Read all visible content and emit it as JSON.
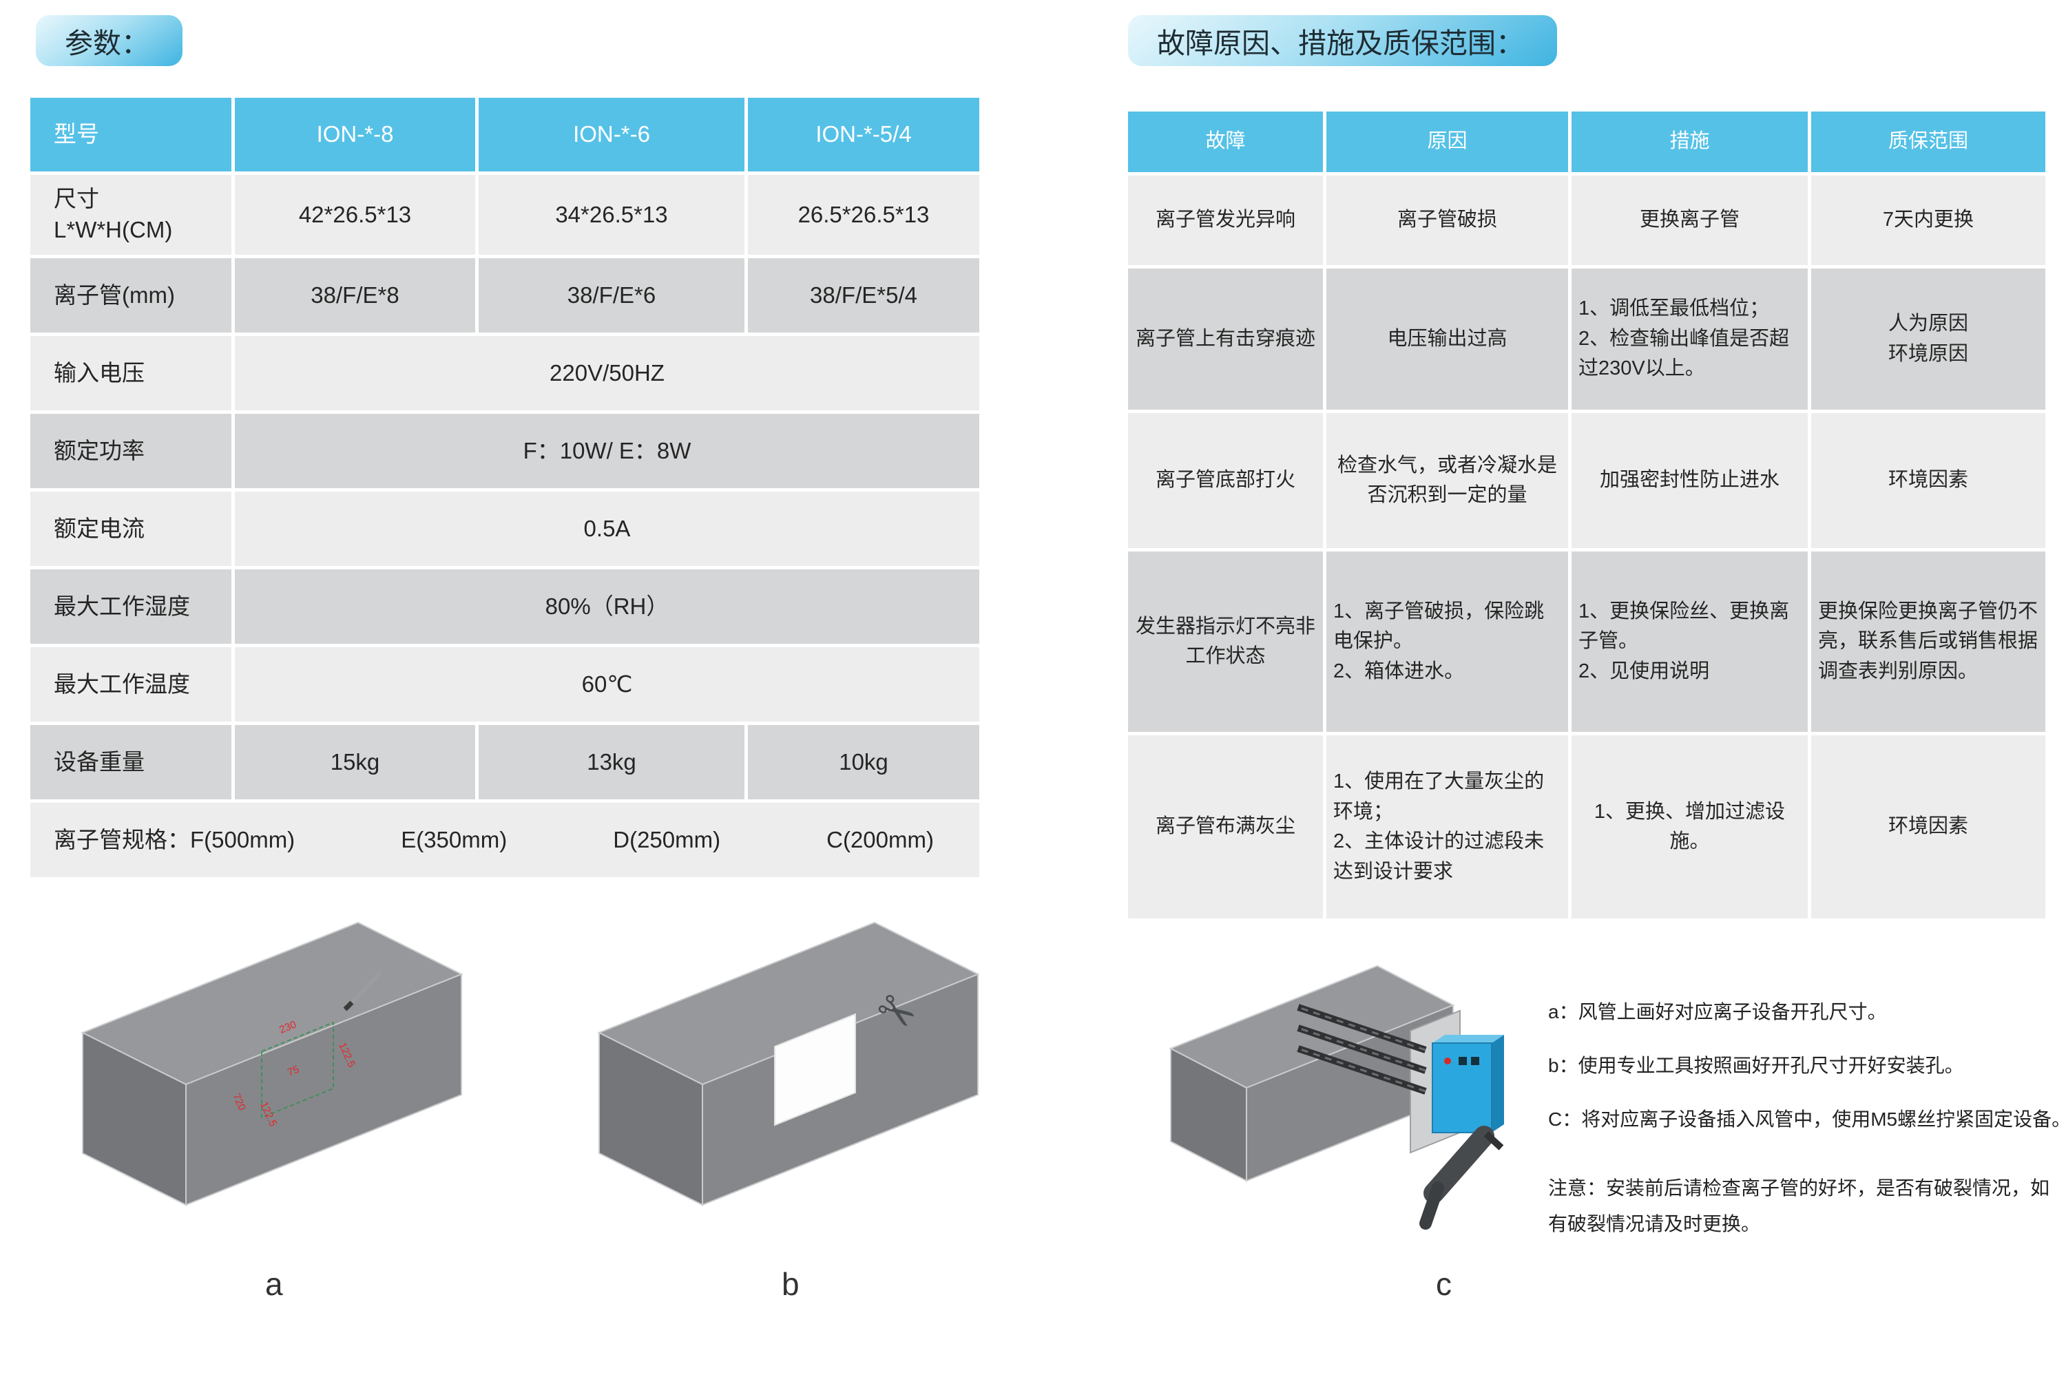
{
  "params_section": {
    "title": "参数：",
    "table": {
      "headers": [
        "型号",
        "ION-*-8",
        "ION-*-6",
        "ION-*-5/4"
      ],
      "rows": [
        {
          "label": "尺寸\nL*W*H(CM)",
          "v1": "42*26.5*13",
          "v2": "34*26.5*13",
          "v3": "26.5*26.5*13"
        },
        {
          "label": "离子管(mm)",
          "v1": "38/F/E*8",
          "v2": "38/F/E*6",
          "v3": "38/F/E*5/4"
        },
        {
          "label": "输入电压",
          "span": "220V/50HZ"
        },
        {
          "label": "额定功率",
          "span": "F：10W/ E：8W"
        },
        {
          "label": "额定电流",
          "span": "0.5A"
        },
        {
          "label": "最大工作湿度",
          "span": "80%（RH）"
        },
        {
          "label": "最大工作温度",
          "span": "60℃"
        },
        {
          "label": "设备重量",
          "v1": "15kg",
          "v2": "13kg",
          "v3": "10kg"
        }
      ],
      "footer_items": [
        "离子管规格：F(500mm)",
        "E(350mm)",
        "D(250mm)",
        "C(200mm)"
      ]
    },
    "diagram_a": {
      "label": "a",
      "dims": {
        "d1": "230",
        "d2": "122.5",
        "d3": "75",
        "d4": "122.5",
        "d5": "720"
      }
    },
    "diagram_b": {
      "label": "b"
    }
  },
  "fault_section": {
    "title": "故障原因、措施及质保范围：",
    "table": {
      "headers": [
        "故障",
        "原因",
        "措施",
        "质保范围"
      ],
      "rows": [
        {
          "fault": "离子管发光异响",
          "cause": "离子管破损",
          "measure": "更换离子管",
          "warranty": "7天内更换"
        },
        {
          "fault": "离子管上有击穿痕迹",
          "cause": "电压输出过高",
          "measure": "1、调低至最低档位；\n2、检查输出峰值是否超过230V以上。",
          "warranty": "人为原因\n环境原因"
        },
        {
          "fault": "离子管底部打火",
          "cause": "检查水气，或者冷凝水是否沉积到一定的量",
          "measure": "加强密封性防止进水",
          "warranty": "环境因素"
        },
        {
          "fault": "发生器指示灯不亮非工作状态",
          "cause": "1、离子管破损，保险跳电保护。\n2、箱体进水。",
          "measure": "1、更换保险丝、更换离子管。\n2、见使用说明",
          "warranty": "更换保险更换离子管仍不亮，联系售后或销售根据调查表判别原因。"
        },
        {
          "fault": "离子管布满灰尘",
          "cause": "1、使用在了大量灰尘的环境；\n2、主体设计的过滤段未达到设计要求",
          "measure": "1、更换、增加过滤设施。",
          "warranty": "环境因素"
        }
      ]
    },
    "diagram_c": {
      "label": "c"
    },
    "notes": {
      "line_a": "a：风管上画好对应离子设备开孔尺寸。",
      "line_b": "b：使用专业工具按照画好开孔尺寸开好安装孔。",
      "line_c": "C：将对应离子设备插入风管中，使用M5螺丝拧紧固定设备。",
      "notice": "注意：安装前后请检查离子管的好坏，是否有破裂情况，如有破裂情况请及时更换。"
    }
  },
  "colors": {
    "header_blue": "#55C1E7",
    "row_light": "#EDEDEE",
    "row_dark": "#D5D6D7",
    "pill_gradient_start": "#E9F7FC",
    "pill_gradient_end": "#3FB4E1",
    "dim_red": "#E8262A",
    "device_blue": "#2BA7E0"
  }
}
